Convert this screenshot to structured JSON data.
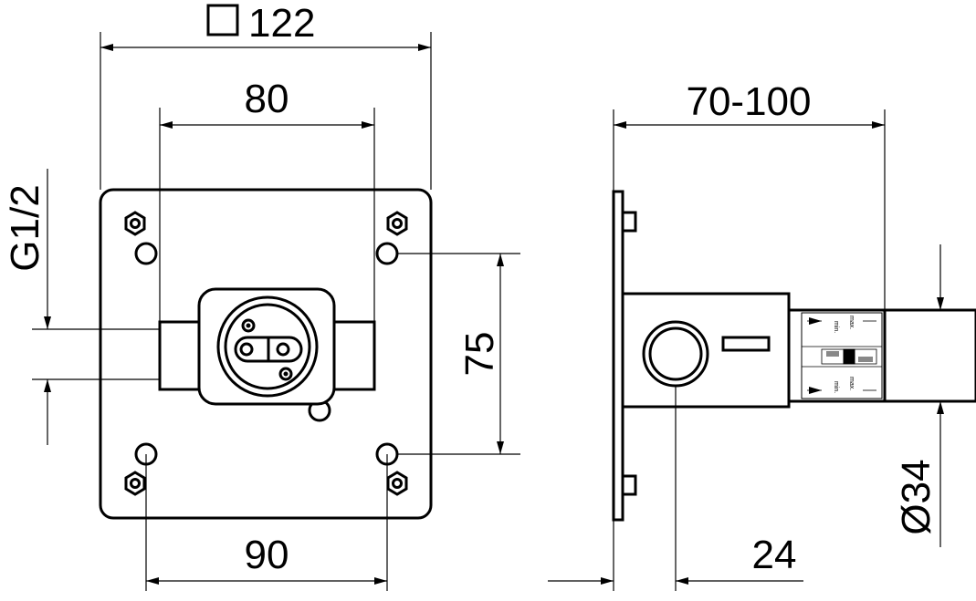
{
  "dimensions": {
    "plate_square": "122",
    "inner_width": "80",
    "thread": "G1/2",
    "hole_vertical": "75",
    "hole_horizontal": "90",
    "depth_range": "70-100",
    "offset": "24",
    "diameter": "Ø34"
  },
  "gauge_labels": {
    "min": "min.",
    "max": "max."
  },
  "symbols": {
    "square": "square-symbol"
  }
}
